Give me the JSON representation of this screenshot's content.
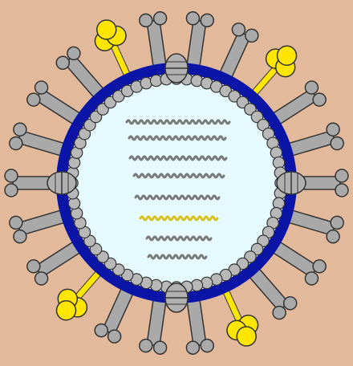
{
  "diagram": {
    "colors": {
      "background": "#e2b99a",
      "envelope": "#0a14a6",
      "interior": "#e6fbff",
      "spike": "#a9a9a9",
      "spike_stroke": "#333333",
      "bead": "#b8b8b8",
      "accent_spike": "#ffe600",
      "channel": "#b0b0b0",
      "rna_gray": "#7a7a7a",
      "rna_yellow": "#d8c21a"
    },
    "counts": {
      "spikes": 22,
      "yellow_spikes": 4,
      "membrane_channels": 4,
      "membrane_beads": 64,
      "rna_segments": 8
    },
    "rna_segment_colors": [
      "gray",
      "gray",
      "gray",
      "gray",
      "gray",
      "yellow",
      "gray",
      "gray"
    ]
  }
}
